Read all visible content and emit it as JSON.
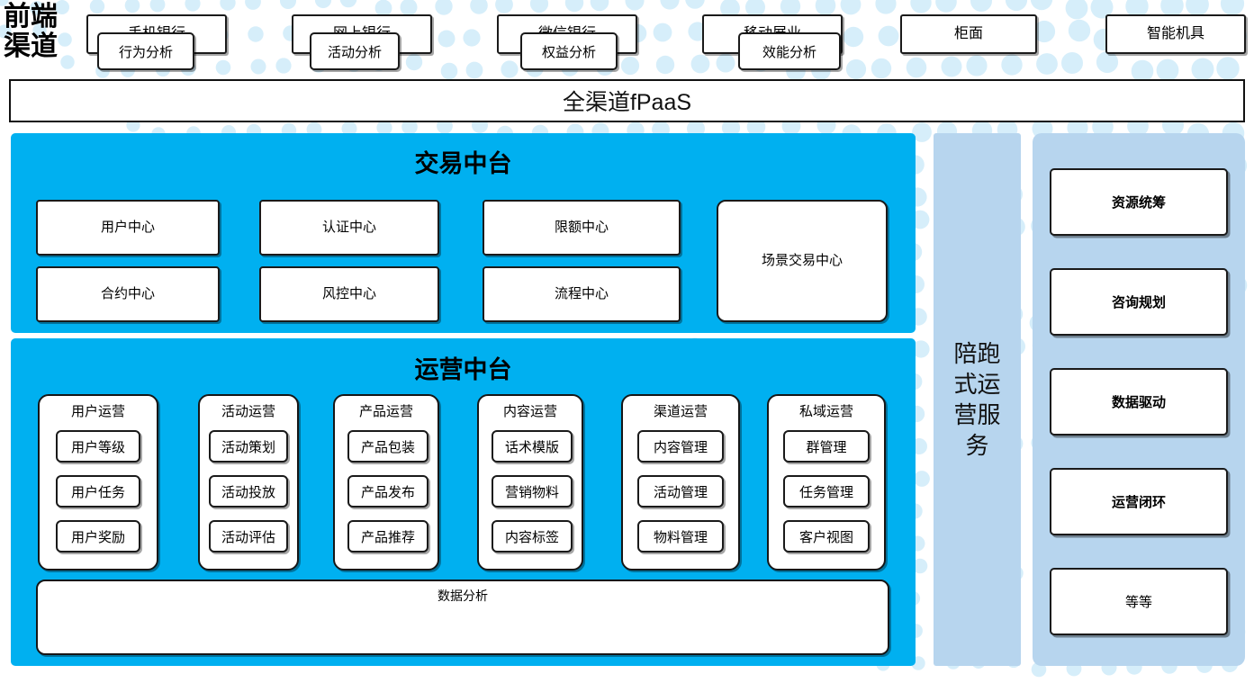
{
  "front_channel": {
    "label": "前端\n渠道",
    "label_line1": "前端",
    "label_line2": "渠道",
    "items": [
      {
        "label": "手机银行"
      },
      {
        "label": "网上银行"
      },
      {
        "label": "微信银行"
      },
      {
        "label": "移动展业"
      },
      {
        "label": "柜面"
      },
      {
        "label": "智能机具"
      }
    ]
  },
  "fpaas": {
    "title": "全渠道fPaaS"
  },
  "transaction_platform": {
    "title": "交易中台",
    "items": [
      {
        "label": "用户中心"
      },
      {
        "label": "认证中心"
      },
      {
        "label": "限额中心"
      },
      {
        "label": "合约中心"
      },
      {
        "label": "风控中心"
      },
      {
        "label": "流程中心"
      },
      {
        "label": "场景交易中心"
      }
    ]
  },
  "operation_platform": {
    "title": "运营中台",
    "groups": [
      {
        "title": "用户运营",
        "items": [
          "用户等级",
          "用户任务",
          "用户奖励"
        ]
      },
      {
        "title": "活动运营",
        "items": [
          "活动策划",
          "活动投放",
          "活动评估"
        ]
      },
      {
        "title": "产品运营",
        "items": [
          "产品包装",
          "产品发布",
          "产品推荐"
        ]
      },
      {
        "title": "内容运营",
        "items": [
          "话术模版",
          "营销物料",
          "内容标签"
        ]
      },
      {
        "title": "渠道运营",
        "items": [
          "内容管理",
          "活动管理",
          "物料管理"
        ]
      },
      {
        "title": "私域运营",
        "items": [
          "群管理",
          "任务管理",
          "客户视图"
        ]
      }
    ],
    "data_analysis": {
      "title": "数据分析",
      "items": [
        "行为分析",
        "活动分析",
        "权益分析",
        "效能分析"
      ]
    }
  },
  "service_column": {
    "label": "陪跑式运营服务"
  },
  "capability_panel": {
    "items": [
      {
        "label": "资源统筹",
        "bold": true
      },
      {
        "label": "咨询规划",
        "bold": true
      },
      {
        "label": "数据驱动",
        "bold": true
      },
      {
        "label": "运营闭环",
        "bold": true
      },
      {
        "label": "等等",
        "bold": false
      }
    ]
  },
  "colors": {
    "platform_cyan": "#00b0f0",
    "panel_light_blue": "#b7d5ee",
    "dot_blue": "#d6eefa",
    "border_dark": "#1a1a1a",
    "background": "#ffffff"
  }
}
